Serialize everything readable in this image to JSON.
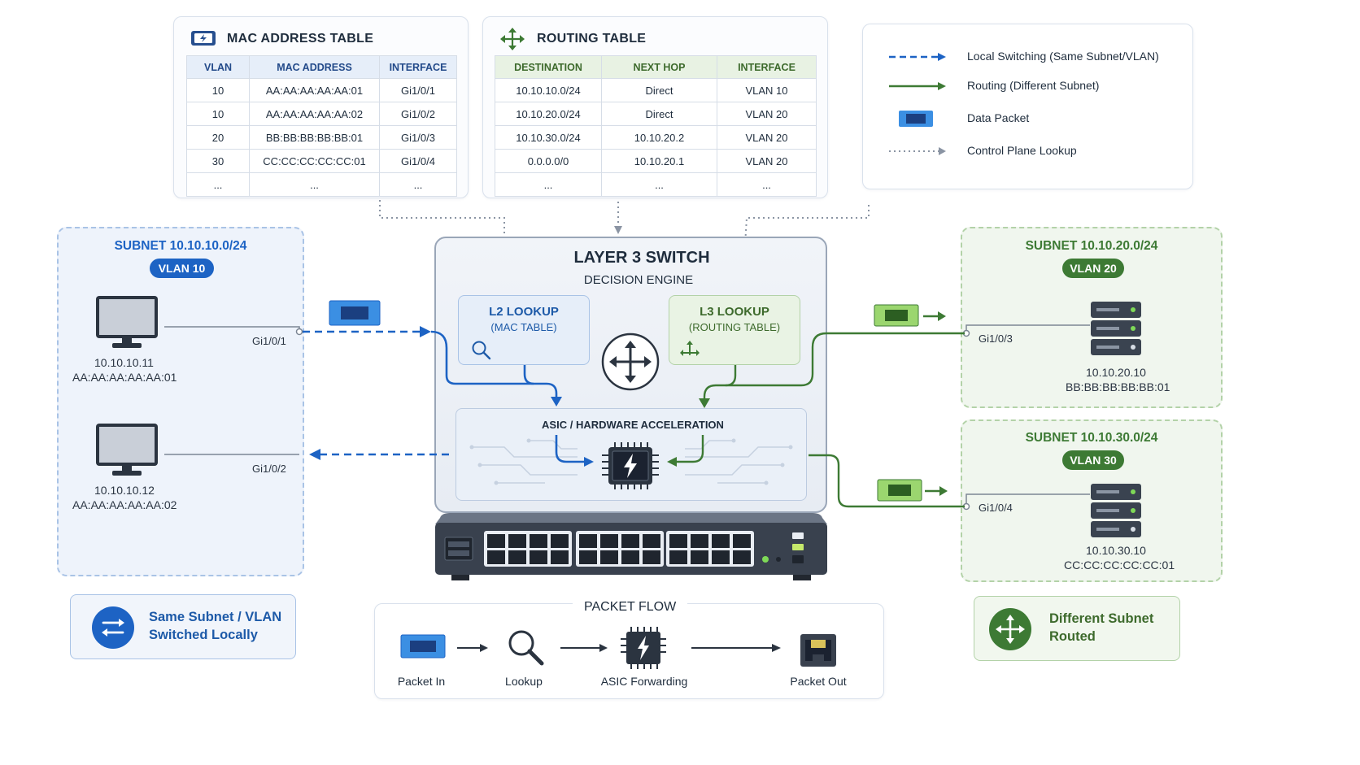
{
  "mac_table": {
    "title": "MAC ADDRESS TABLE",
    "icon": "switch-icon",
    "headers": [
      "VLAN",
      "MAC ADDRESS",
      "INTERFACE"
    ],
    "rows": [
      [
        "10",
        "AA:AA:AA:AA:AA:01",
        "Gi1/0/1"
      ],
      [
        "10",
        "AA:AA:AA:AA:AA:02",
        "Gi1/0/2"
      ],
      [
        "20",
        "BB:BB:BB:BB:BB:01",
        "Gi1/0/3"
      ],
      [
        "30",
        "CC:CC:CC:CC:CC:01",
        "Gi1/0/4"
      ],
      [
        "...",
        "...",
        "..."
      ]
    ]
  },
  "routing_table": {
    "title": "ROUTING TABLE",
    "icon": "router-arrows-icon",
    "headers": [
      "DESTINATION",
      "NEXT HOP",
      "INTERFACE"
    ],
    "rows": [
      [
        "10.10.10.0/24",
        "Direct",
        "VLAN 10"
      ],
      [
        "10.10.20.0/24",
        "Direct",
        "VLAN 20"
      ],
      [
        "10.10.30.0/24",
        "10.10.20.2",
        "VLAN 20"
      ],
      [
        "0.0.0.0/0",
        "10.10.20.1",
        "VLAN 20"
      ],
      [
        "...",
        "...",
        "..."
      ]
    ]
  },
  "legend": {
    "items": [
      {
        "icon": "dashed-blue-arrow-icon",
        "label": "Local Switching (Same Subnet/VLAN)"
      },
      {
        "icon": "solid-green-arrow-icon",
        "label": "Routing (Different Subnet)"
      },
      {
        "icon": "data-packet-icon",
        "label": "Data Packet"
      },
      {
        "icon": "dotted-gray-arrow-icon",
        "label": "Control Plane Lookup"
      }
    ]
  },
  "subnets": {
    "s10": {
      "title": "SUBNET 10.10.10.0/24",
      "vlan": "VLAN 10",
      "hosts": [
        {
          "ip": "10.10.10.11",
          "mac": "AA:AA:AA:AA:AA:01",
          "port": "Gi1/0/1"
        },
        {
          "ip": "10.10.10.12",
          "mac": "AA:AA:AA:AA:AA:02",
          "port": "Gi1/0/2"
        }
      ]
    },
    "s20": {
      "title": "SUBNET 10.10.20.0/24",
      "vlan": "VLAN 20",
      "host": {
        "ip": "10.10.20.10",
        "mac": "BB:BB:BB:BB:BB:01",
        "port": "Gi1/0/3"
      }
    },
    "s30": {
      "title": "SUBNET 10.10.30.0/24",
      "vlan": "VLAN 30",
      "host": {
        "ip": "10.10.30.10",
        "mac": "CC:CC:CC:CC:CC:01",
        "port": "Gi1/0/4"
      }
    }
  },
  "switch": {
    "title": "LAYER 3 SWITCH",
    "subtitle": "DECISION ENGINE",
    "l2": {
      "title": "L2 LOOKUP",
      "sub": "(MAC TABLE)"
    },
    "l3": {
      "title": "L3 LOOKUP",
      "sub": "(ROUTING TABLE)"
    },
    "asic": "ASIC / HARDWARE ACCELERATION"
  },
  "callouts": {
    "left": {
      "line1": "Same Subnet / VLAN",
      "line2": "Switched Locally"
    },
    "right": {
      "line1": "Different Subnet",
      "line2": "Routed"
    }
  },
  "packet_flow": {
    "title": "PACKET FLOW",
    "steps": [
      "Packet In",
      "Lookup",
      "ASIC Forwarding",
      "Packet Out"
    ]
  },
  "colors": {
    "blue": "#1d63c4",
    "green": "#3d7a34",
    "gray": "#8a94a3"
  }
}
